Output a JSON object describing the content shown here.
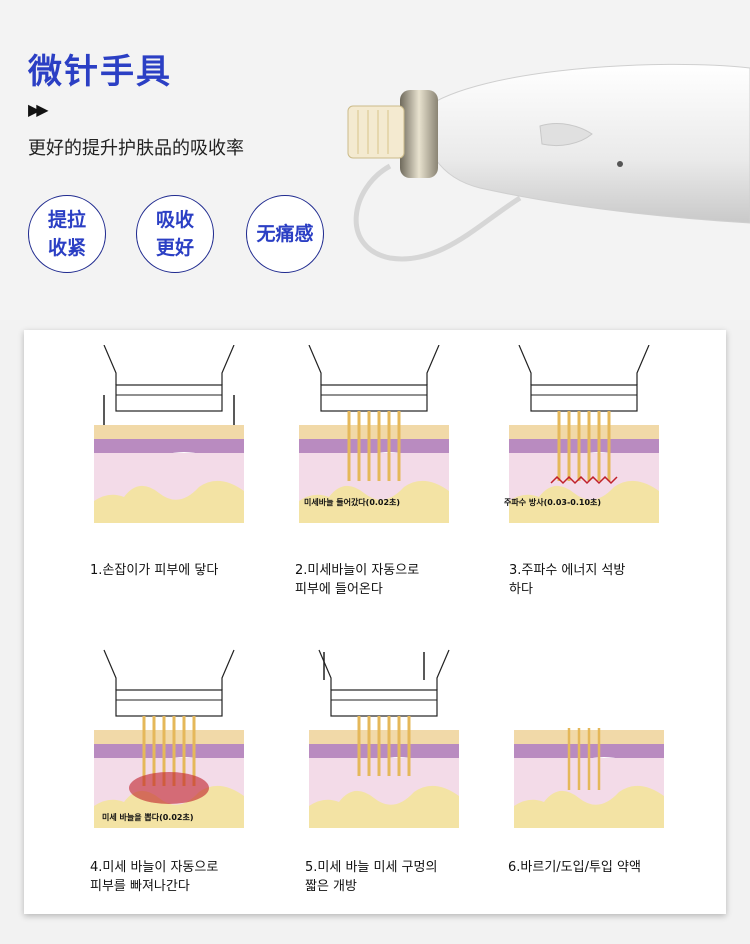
{
  "header": {
    "title": "微针手具",
    "arrows": "▶▶",
    "subtitle": "更好的提升护肤品的吸收率",
    "badges": [
      {
        "line1": "提拉",
        "line2": "收紧"
      },
      {
        "line1": "吸收",
        "line2": "更好"
      },
      {
        "line1": "无痛感",
        "line2": ""
      }
    ]
  },
  "steps": [
    {
      "caption": "1.손잡이가 피부에 닿다",
      "label": ""
    },
    {
      "caption": "2.미세바늘이 자동으로\n피부에 들어온다",
      "label": "미세바늘 들어갔다(0.02초)"
    },
    {
      "caption": "3.주파수 에너지 석방\n하다",
      "label": "주파수 방사(0.03-0.10초)"
    },
    {
      "caption": "4.미세 바늘이 자동으로\n피부를 빠져나간다",
      "label": "미세 바늘을 뽑다(0.02초)"
    },
    {
      "caption": "5.미세 바늘 미세 구멍의\n짧은 개방",
      "label": ""
    },
    {
      "caption": "6.바르기/도입/투입 약액",
      "label": ""
    }
  ],
  "colors": {
    "accent": "#2b3fc4",
    "skin_top": "#f1d9a8",
    "skin_purple": "#b98bc0",
    "skin_pink": "#f3dbe8",
    "fat": "#f3e3a4",
    "needle": "#e5b85a"
  }
}
